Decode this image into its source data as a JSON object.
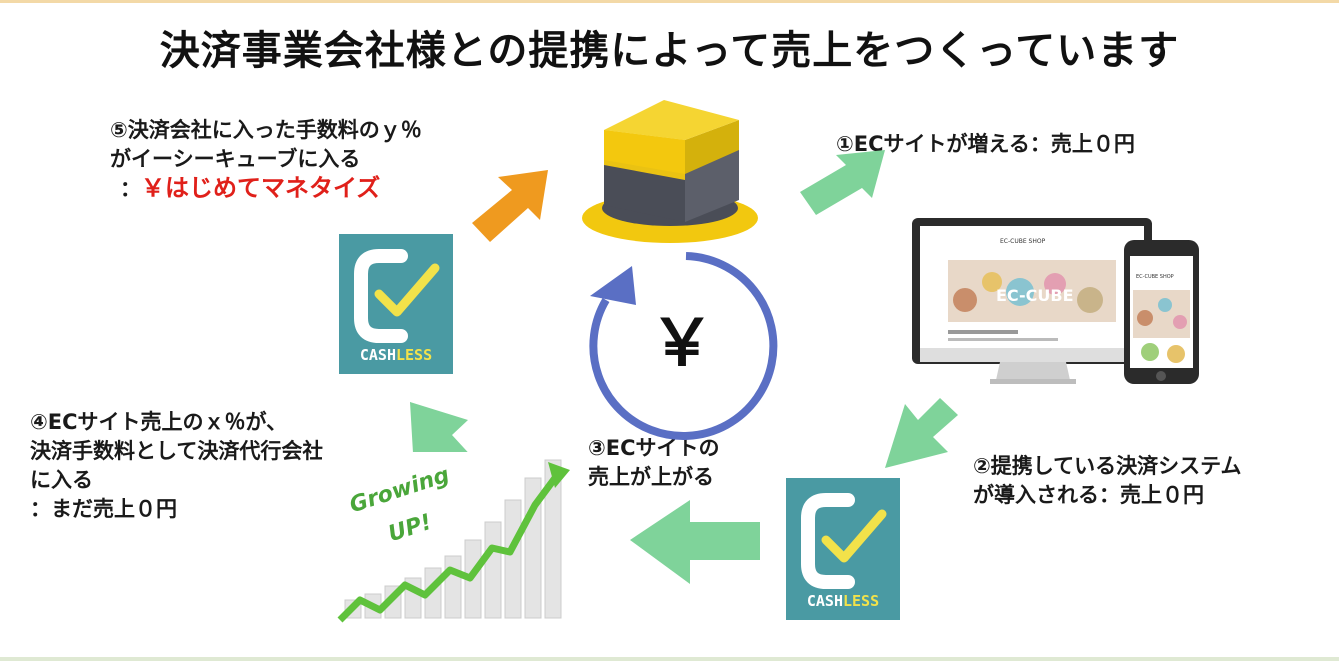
{
  "title": "決済事業会社様との提携によって売上をつくっています",
  "steps": {
    "s1": "①ECサイトが増える：売上０円",
    "s2_line1": "②提携している決済システム",
    "s2_line2": "が導入される：売上０円",
    "s3_line1": "③ECサイトの",
    "s3_line2": "売上が上がる",
    "s4_line1": "④ECサイト売上のｘ％が、",
    "s4_line2": "決済手数料として決済代行会社",
    "s4_line3": "に入る",
    "s4_line4": "：まだ売上０円",
    "s5_line1": "⑤決済会社に入った手数料のｙ％",
    "s5_line2": "がイーシーキューブに入る",
    "s5_prefix": "：",
    "s5_highlight": "￥はじめてマネタイズ"
  },
  "center_symbol": "￥",
  "cashless_logo": {
    "prefix": "CASH",
    "suffix": "LESS"
  },
  "growth_image": {
    "line1": "Growing",
    "line2": "UP!"
  },
  "ec_site": {
    "shop_name_desktop": "EC-CUBE SHOP",
    "shop_name_mobile": "EC-CUBE SHOP",
    "hero_text": "EC-CUBE"
  },
  "colors": {
    "arrow_green": "#7fd39a",
    "arrow_orange": "#ef9a1f",
    "cycle_blue": "#5a6fc4",
    "highlight_red": "#e0201a",
    "cashless_teal": "#4a9aa3",
    "cube_yellow": "#f2c80f",
    "cube_dark": "#4a4d57"
  },
  "icons": [
    "ec-cube-hat-icon",
    "cycle-arrow-icon",
    "cashless-logo-icon",
    "devices-icon",
    "growth-chart-icon",
    "green-arrow-icon",
    "orange-arrow-icon"
  ]
}
